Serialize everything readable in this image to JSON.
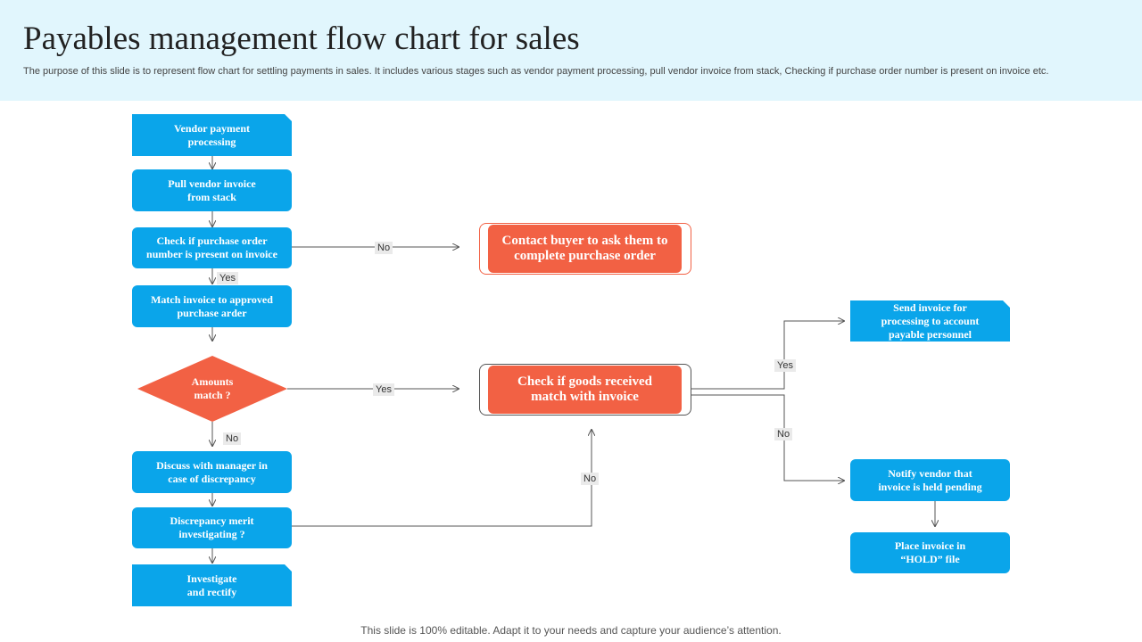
{
  "header": {
    "title": "Payables management flow chart for sales",
    "subtitle": "The purpose of this slide is to represent flow chart for settling payments in sales. It includes various stages such as vendor payment processing, pull vendor invoice from stack, Checking if purchase order number is present on invoice etc."
  },
  "nodes": {
    "vendor_payment": {
      "line1": "Vendor payment",
      "line2": "processing"
    },
    "pull_invoice": {
      "line1": "Pull vendor invoice",
      "line2": "from stack"
    },
    "check_po": {
      "line1": "Check if purchase order",
      "line2": "number is present on invoice"
    },
    "match_invoice": {
      "line1": "Match invoice to approved",
      "line2": "purchase arder"
    },
    "amounts_match": {
      "line1": "Amounts",
      "line2": "match ?"
    },
    "discuss_manager": {
      "line1": "Discuss with manager in",
      "line2": "case of discrepancy"
    },
    "discrepancy_merit": {
      "line1": "Discrepancy merit",
      "line2": "investigating ?"
    },
    "investigate": {
      "line1": "Investigate",
      "line2": "and rectify"
    },
    "contact_buyer": {
      "line1": "Contact buyer to ask them to",
      "line2": "complete purchase order"
    },
    "check_goods": {
      "line1": "Check if goods received",
      "line2": "match with invoice"
    },
    "send_invoice": {
      "line1": "Send invoice for",
      "line2": "processing to account",
      "line3": "payable personnel"
    },
    "notify_vendor": {
      "line1": "Notify vendor that",
      "line2": "invoice is held pending"
    },
    "place_hold": {
      "line1": "Place invoice in",
      "line2": "“HOLD” file"
    }
  },
  "edge_labels": {
    "po_no": "No",
    "po_yes": "Yes",
    "amounts_yes": "Yes",
    "amounts_no": "No",
    "merit_no": "No",
    "goods_yes": "Yes",
    "goods_no": "No"
  },
  "colors": {
    "blue": "#0aa5ea",
    "orange": "#f26144",
    "header_bg": "#e1f6fd",
    "line": "#555555"
  },
  "footer": "This slide is 100% editable. Adapt it to your needs and capture your audience’s attention."
}
